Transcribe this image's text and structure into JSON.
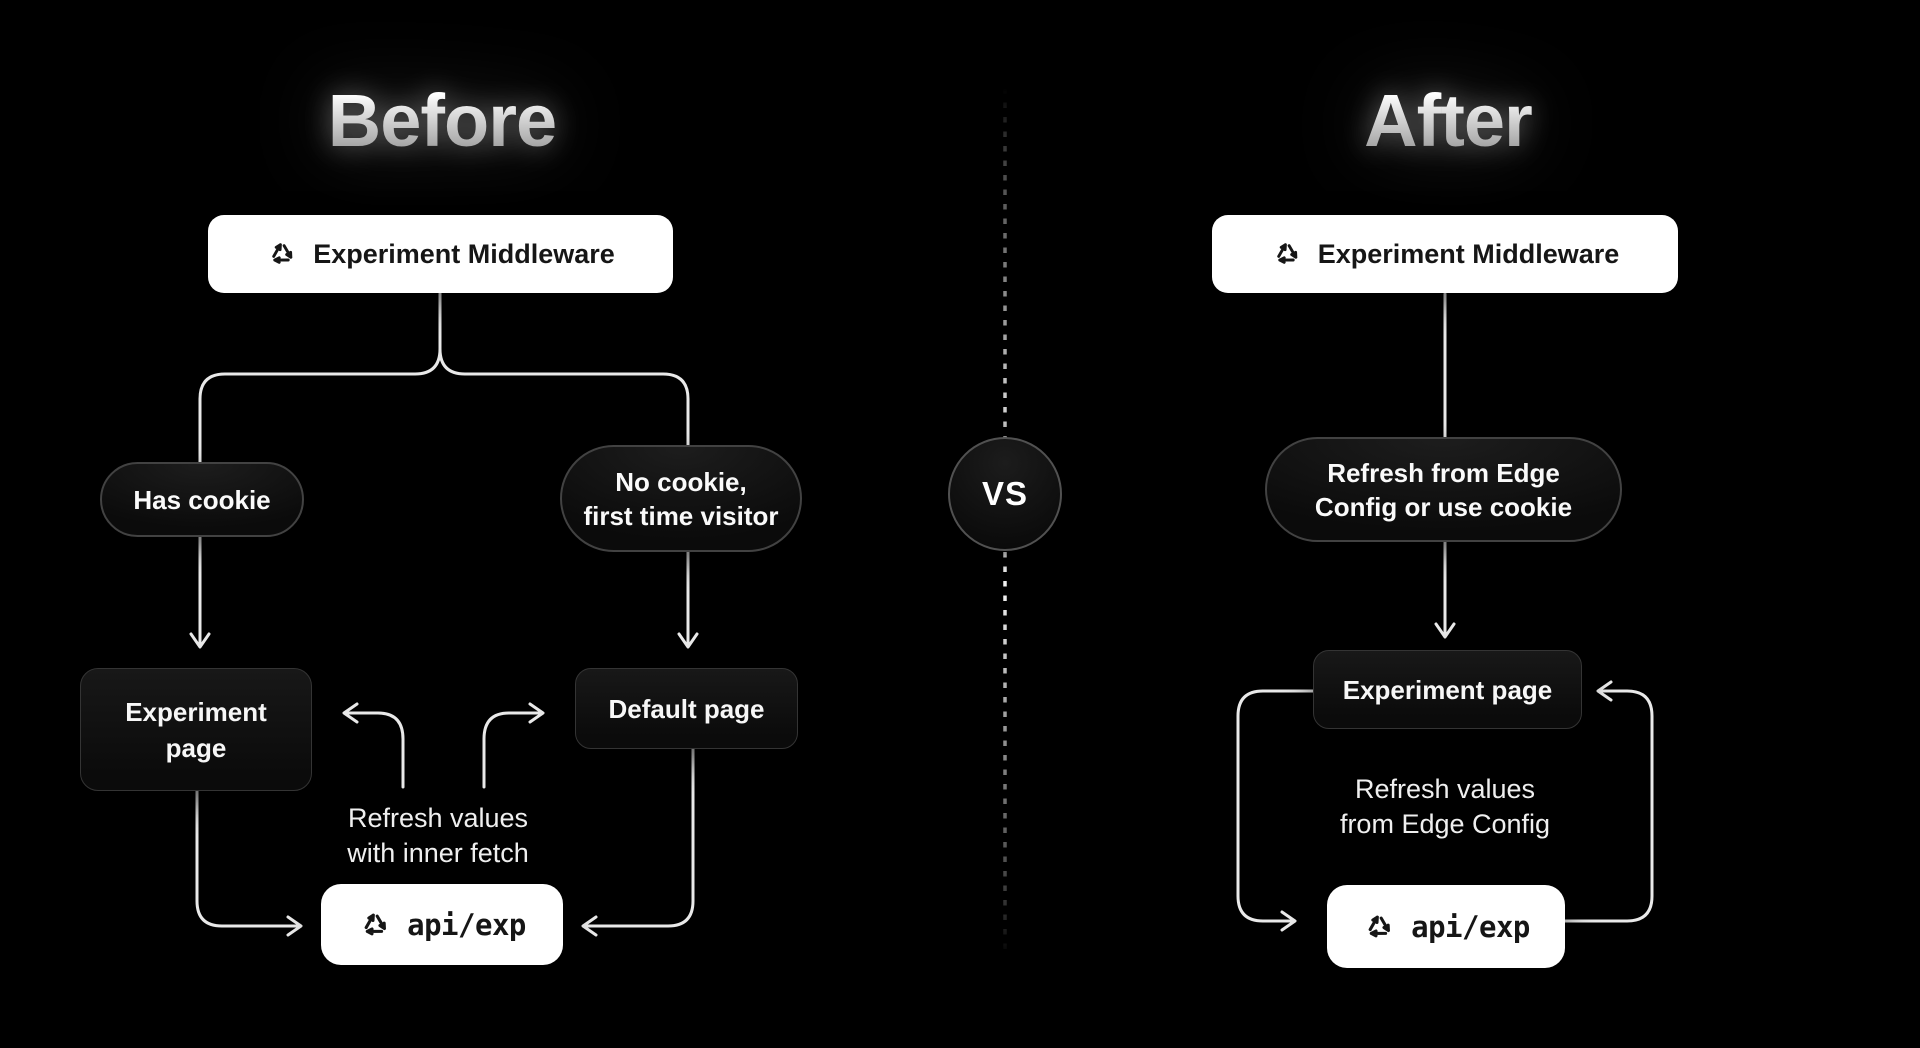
{
  "colors": {
    "background": "#000000",
    "connector_stroke": "#e9e9e9",
    "node_white_bg": "#ffffff",
    "node_dark_bg": "#101010",
    "node_dark_border": "#3a3a3a",
    "text_on_white": "#161616",
    "text_on_dark": "#f7f7f7"
  },
  "divider": {
    "vs_label": "VS"
  },
  "before": {
    "title": "Before",
    "middleware": {
      "label": "Experiment Middleware",
      "icon": "cycle-arrows-icon"
    },
    "has_cookie_label": "Has cookie",
    "no_cookie_lines": [
      "No cookie,",
      "first time visitor"
    ],
    "experiment_page_lines": [
      "Experiment",
      "page"
    ],
    "default_page_label": "Default page",
    "refresh_note_lines": [
      "Refresh values",
      "with inner fetch"
    ],
    "api": {
      "label": "api/exp",
      "icon": "cycle-arrows-icon"
    }
  },
  "after": {
    "title": "After",
    "middleware": {
      "label": "Experiment Middleware",
      "icon": "cycle-arrows-icon"
    },
    "pill_lines": [
      "Refresh from Edge",
      "Config or use cookie"
    ],
    "experiment_page_label": "Experiment page",
    "refresh_note_lines": [
      "Refresh values",
      "from Edge Config"
    ],
    "api": {
      "label": "api/exp",
      "icon": "cycle-arrows-icon"
    }
  }
}
